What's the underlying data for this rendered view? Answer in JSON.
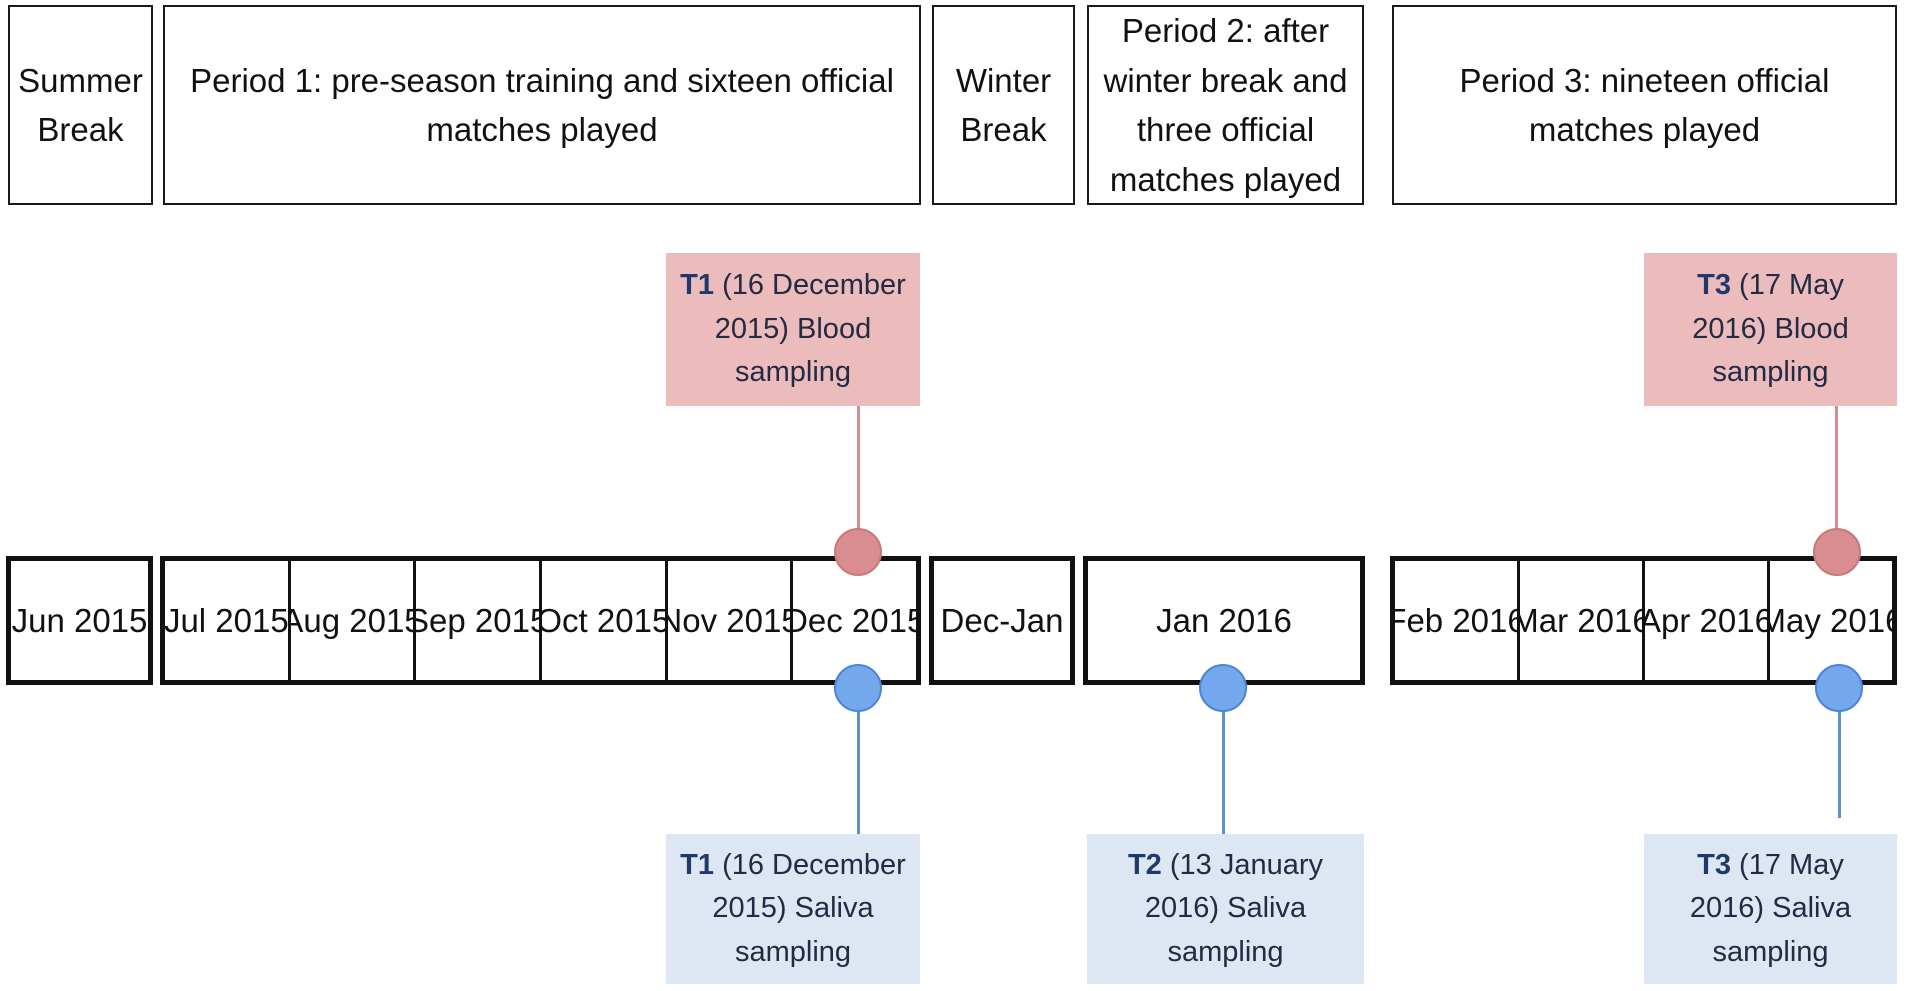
{
  "periods": {
    "summer_break": "Summer\nBreak",
    "period1": "Period 1: pre-season training and sixteen official matches played",
    "winter_break": "Winter\nBreak",
    "period2": "Period 2: after winter break and three official matches played",
    "period3": "Period 3: nineteen official matches played"
  },
  "months": {
    "jun_2015": "Jun 2015",
    "group1": [
      "Jul 2015",
      "Aug 2015",
      "Sep 2015",
      "Oct 2015",
      "Nov 2015",
      "Dec 2015"
    ],
    "dec_jan": "Dec-Jan",
    "jan_2016": "Jan 2016",
    "group3": [
      "Feb 2016",
      "Mar 2016",
      "Apr 2016",
      "May 2016"
    ]
  },
  "samples": {
    "t1_blood": {
      "id": "T1",
      "text": " (16 December 2015) Blood sampling"
    },
    "t3_blood": {
      "id": "T3",
      "text": " (17 May 2016) Blood sampling"
    },
    "t1_saliva": {
      "id": "T1",
      "text": " (16 December 2015) Saliva sampling"
    },
    "t2_saliva": {
      "id": "T2",
      "text": " (13 January 2016) Saliva sampling"
    },
    "t3_saliva": {
      "id": "T3",
      "text": " (17 May 2016) Saliva sampling"
    }
  },
  "colors": {
    "blood_fill": "#ecbcbd",
    "blood_marker": "#d98d90",
    "saliva_fill": "#dde7f3",
    "saliva_marker": "#74a8ec",
    "label_id": "#1f3a6a"
  }
}
